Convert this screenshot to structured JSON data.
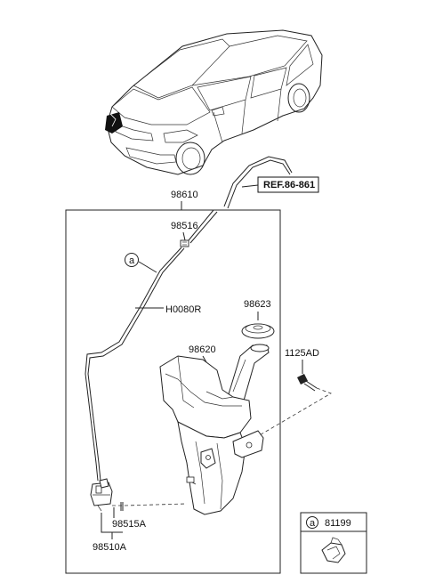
{
  "labels": {
    "assembly": "98610",
    "nozzle_connector": "98516",
    "hose": "H0080R",
    "cap": "98623",
    "reservoir": "98620",
    "bolt": "1125AD",
    "motor_seal": "98515A",
    "pump_motor": "98510A",
    "reference": "REF.86-861",
    "callout_marker": "a",
    "clip_part": "81199"
  },
  "icons": {
    "car": "sedan-illustration-icon",
    "clip": "hose-clip-icon"
  }
}
